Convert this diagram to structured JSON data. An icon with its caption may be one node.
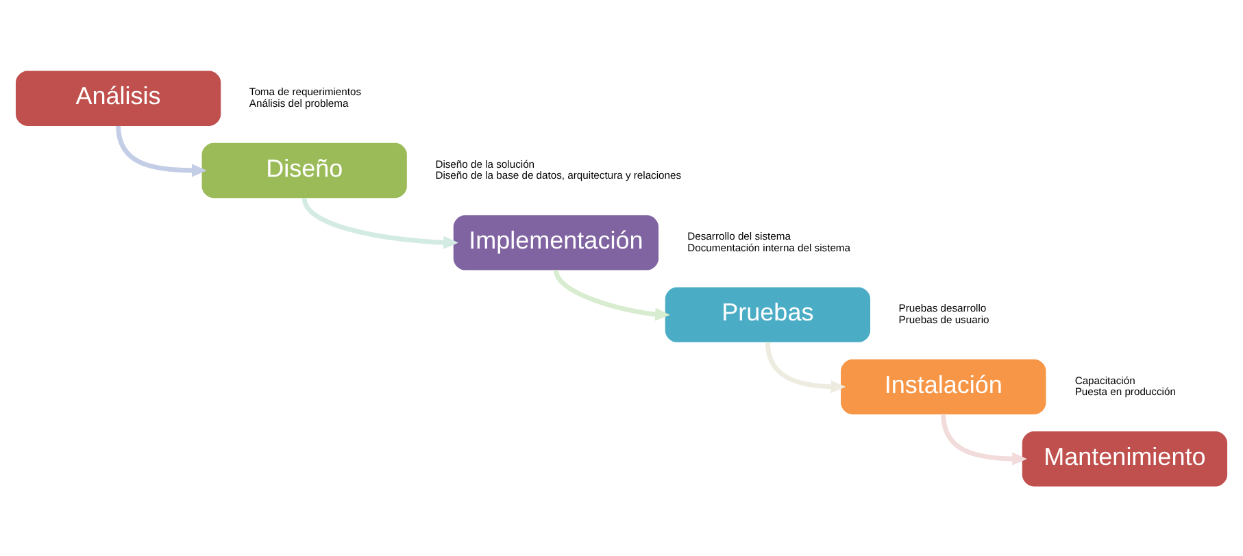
{
  "diagram": {
    "nodes": [
      {
        "text": [
          "Análisis"
        ],
        "beside": [
          "Toma de requerimientos",
          "Análisis del problema"
        ]
      },
      {
        "text": [
          "Diseño"
        ],
        "beside": [
          "Diseño de la solución",
          "Diseño de la base de datos, arquitectura y relaciones"
        ]
      },
      {
        "text": [
          "Implementación"
        ],
        "beside": [
          "Desarrollo del sistema",
          "Documentación interna del sistema"
        ]
      },
      {
        "text": [
          "Pruebas"
        ],
        "beside": [
          "Pruebas desarrollo",
          "Pruebas de usuario"
        ]
      },
      {
        "text": [
          "Instalación"
        ],
        "beside": [
          "Capacitación",
          "Puesta en producción"
        ]
      },
      {
        "text": [
          "Mantenimiento"
        ]
      }
    ],
    "edges": [
      {
        "from": 0,
        "to": 1,
        "arrow": "to",
        "color": "#c3cde6"
      },
      {
        "from": 1,
        "to": 2,
        "arrow": "to",
        "color": "#d4ebe3"
      },
      {
        "from": 2,
        "to": 3,
        "arrow": "to",
        "color": "#d8ecd0"
      },
      {
        "from": 3,
        "to": 4,
        "arrow": "to",
        "color": "#eeece1"
      },
      {
        "from": 4,
        "to": 5,
        "arrow": "to",
        "color": "#f2dcdb"
      }
    ]
  }
}
